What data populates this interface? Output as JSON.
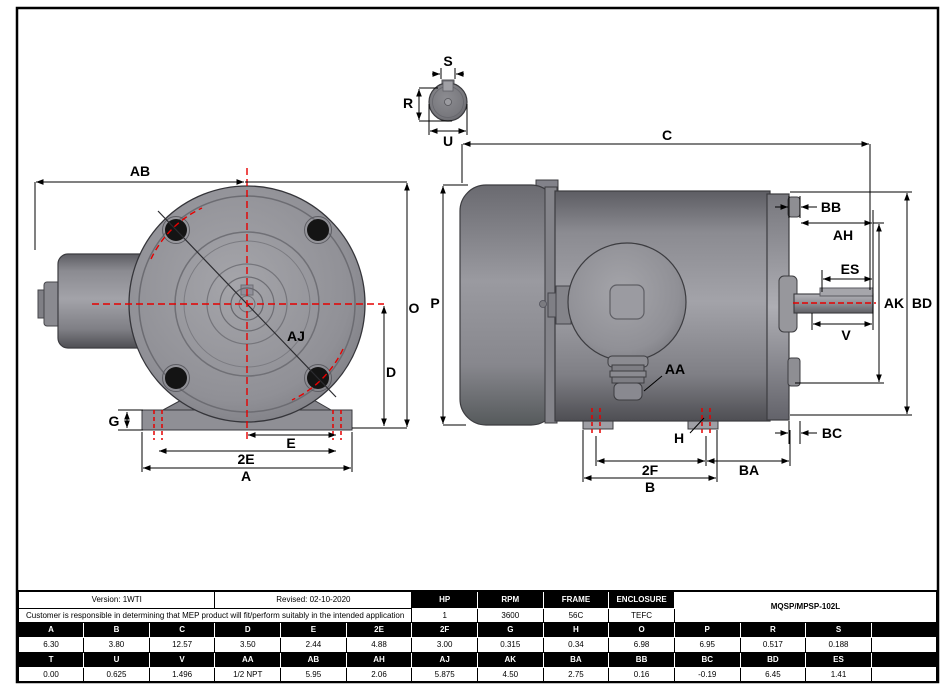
{
  "title_block": {
    "version": "Version: 1WTI",
    "revised": "Revised: 02-10-2020",
    "disclaimer": "Customer is responsible in determining that MEP product will fit/perform suitably in the intended application",
    "model": "MQSP/MPSP-102L"
  },
  "specs": [
    {
      "label": "HP",
      "value": "1"
    },
    {
      "label": "RPM",
      "value": "3600"
    },
    {
      "label": "FRAME",
      "value": "56C"
    },
    {
      "label": "ENCLOSURE",
      "value": "TEFC"
    }
  ],
  "dim_rows": [
    {
      "headers": [
        "A",
        "B",
        "C",
        "D",
        "E",
        "2E",
        "2F",
        "G",
        "H",
        "O",
        "P",
        "R",
        "S",
        ""
      ],
      "values": [
        "6.30",
        "3.80",
        "12.57",
        "3.50",
        "2.44",
        "4.88",
        "3.00",
        "0.315",
        "0.34",
        "6.98",
        "6.95",
        "0.517",
        "0.188",
        ""
      ]
    },
    {
      "headers": [
        "T",
        "U",
        "V",
        "AA",
        "AB",
        "AH",
        "AJ",
        "AK",
        "BA",
        "BB",
        "BC",
        "BD",
        "ES",
        ""
      ],
      "values": [
        "0.00",
        "0.625",
        "1.496",
        "1/2 NPT",
        "5.95",
        "2.06",
        "5.875",
        "4.50",
        "2.75",
        "0.16",
        "-0.19",
        "6.45",
        "1.41",
        ""
      ]
    }
  ],
  "labels": {
    "S": "S",
    "R": "R",
    "U": "U",
    "AB": "AB",
    "O": "O",
    "P": "P",
    "D": "D",
    "G": "G",
    "E": "E",
    "2E": "2E",
    "A": "A",
    "AJ": "AJ",
    "C": "C",
    "BB": "BB",
    "AH": "AH",
    "ES": "ES",
    "AK": "AK",
    "BD": "BD",
    "V": "V",
    "AA": "AA",
    "H": "H",
    "BC": "BC",
    "2F": "2F",
    "BA": "BA",
    "B": "B"
  },
  "colors": {
    "centerline_red": "#e60000",
    "body_gray": "#8d8d93",
    "line_black": "#000000",
    "table_header_bg": "#000000",
    "table_header_text": "#ffffff"
  }
}
